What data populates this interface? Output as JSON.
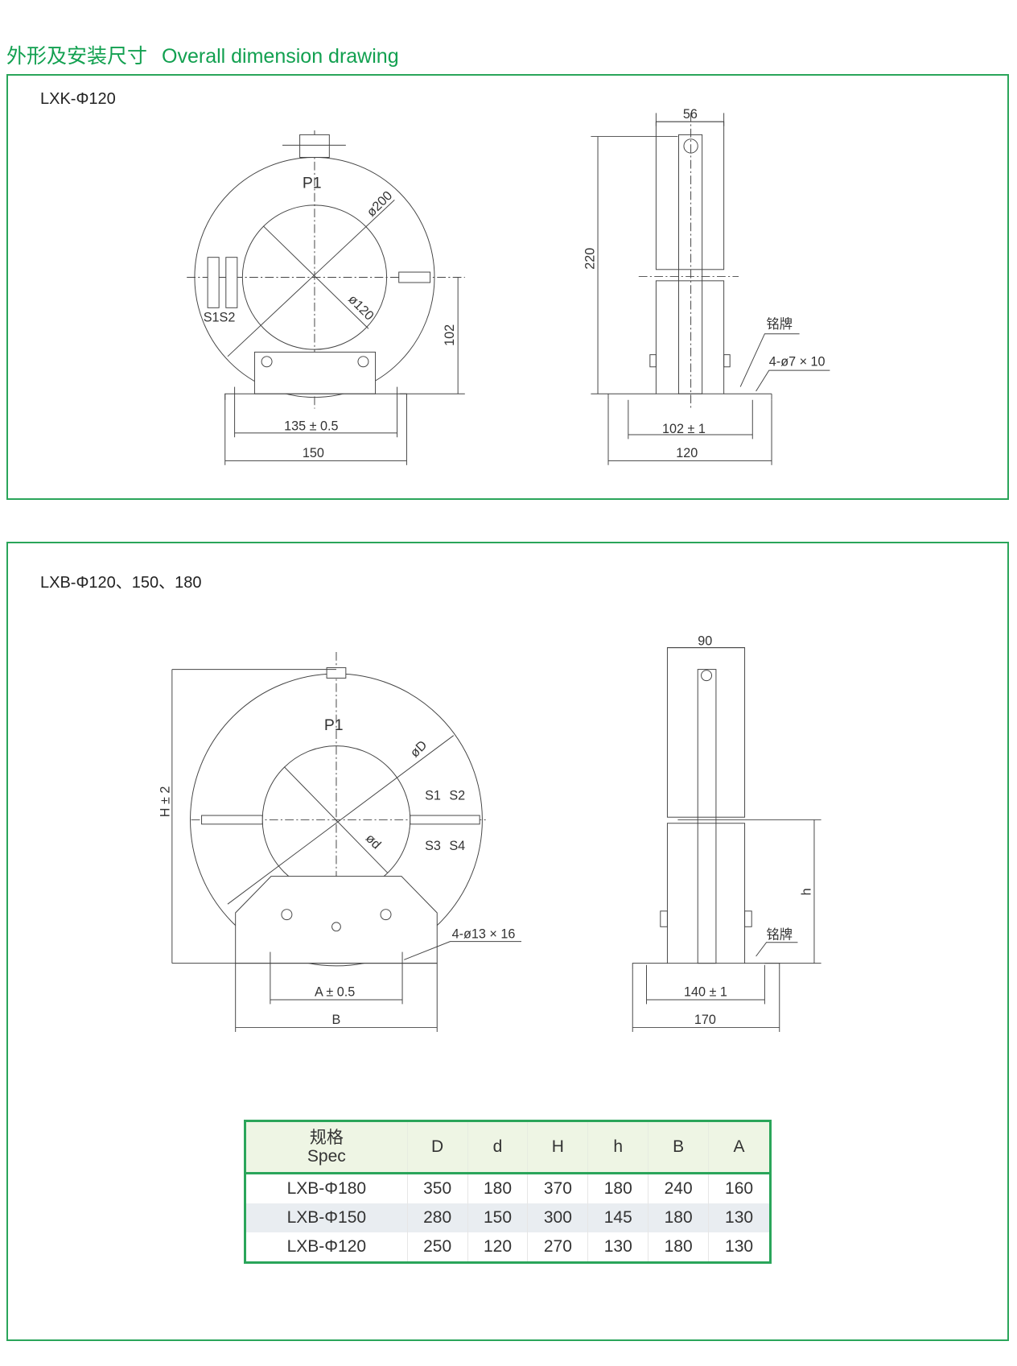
{
  "heading": {
    "cn": "外形及安装尺寸",
    "en": "Overall dimension drawing"
  },
  "colors": {
    "accent": "#12a050",
    "border": "#2aa55a",
    "header_bg": "#eef5e4"
  },
  "section1": {
    "model": "LXK-Φ120",
    "front": {
      "p1": "P1",
      "outer_dia": "ø200",
      "inner_dia": "ø120",
      "terminals": "S1S2",
      "height": "102",
      "hole_span": "135 ± 0.5",
      "base_width": "150"
    },
    "side": {
      "width": "56",
      "height": "220",
      "nameplate": "铭牌",
      "holes": "4-ø7 × 10",
      "hole_span": "102 ± 1",
      "base_width": "120"
    }
  },
  "section2": {
    "model": "LXB-Φ120、150、180",
    "front": {
      "p1": "P1",
      "outer_dia": "øD",
      "inner_dia": "ød",
      "s1": "S1",
      "s2": "S2",
      "s3": "S3",
      "s4": "S4",
      "height": "H ± 2",
      "holes": "4-ø13 × 16",
      "hole_span": "A ± 0.5",
      "base_width": "B"
    },
    "side": {
      "width": "90",
      "height": "h",
      "nameplate": "铭牌",
      "hole_span": "140 ± 1",
      "base_width": "170"
    }
  },
  "table": {
    "headers": [
      "规格",
      "Spec",
      "D",
      "d",
      "H",
      "h",
      "B",
      "A"
    ],
    "rows": [
      [
        "LXB-Φ180",
        "350",
        "180",
        "370",
        "180",
        "240",
        "160"
      ],
      [
        "LXB-Φ150",
        "280",
        "150",
        "300",
        "145",
        "180",
        "130"
      ],
      [
        "LXB-Φ120",
        "250",
        "120",
        "270",
        "130",
        "180",
        "130"
      ]
    ]
  }
}
